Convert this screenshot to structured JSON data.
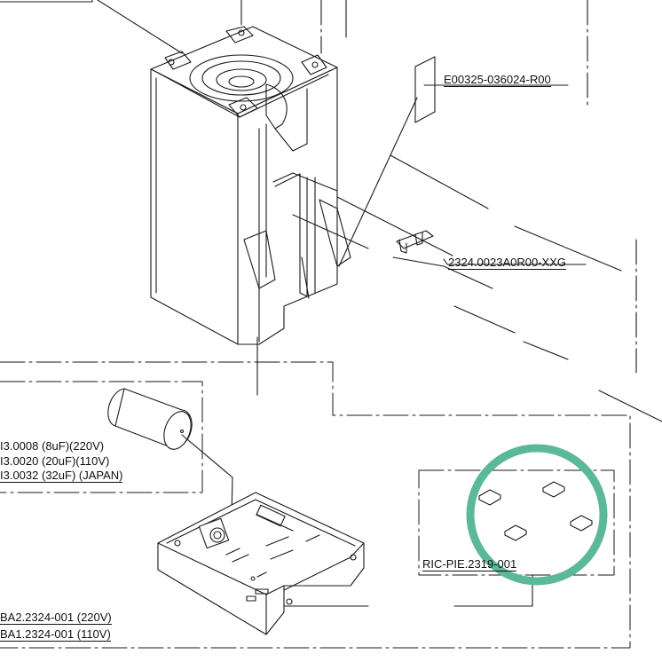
{
  "labels": {
    "part_top_right": "E00325-036024-R00",
    "part_clip": "2324.0023A0R00-XXG",
    "capacitor_8uf": "I3.0008 (8uF)(220V)",
    "capacitor_20uf": "I3.0020 (20uF)(110V)",
    "capacitor_32uf": "I3.0032 (32uF) (JAPAN)",
    "feet_part": "RIC-PIE.2319-001",
    "base_220v": "BA2.2324-001 (220V)",
    "base_110v": "BA1.2324-001 (110V)"
  },
  "colors": {
    "ink": "#1a1a1a",
    "highlight_circle": "#5bb89a"
  }
}
